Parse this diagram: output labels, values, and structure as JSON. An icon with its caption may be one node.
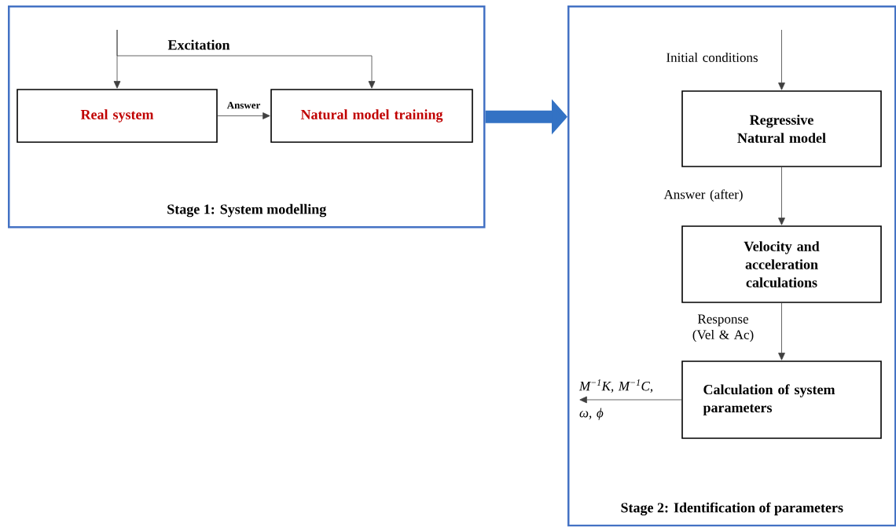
{
  "diagram": {
    "nodes": [
      {
        "text": [
          "Stage 1: System modelling"
        ]
      },
      {
        "text": [
          "Real system"
        ],
        "in": 0
      },
      {
        "text": [
          "Natural model training"
        ],
        "in": 0
      },
      {
        "text": [
          "Stage 2: Identification of parameters"
        ]
      },
      {
        "text": [
          "Regressive Natural model"
        ],
        "in": 3
      },
      {
        "text": [
          "Velocity and acceleration calculations"
        ],
        "in": 3
      },
      {
        "text": [
          "Calculation of system parameters"
        ],
        "in": 3
      },
      {
        "text": [
          "M$^{−1}$K, M$^{−1}$C, ω, ϕ"
        ],
        "in": 3
      }
    ],
    "edges": [
      {
        "from": null,
        "to": 1,
        "arrow": "to"
      },
      {
        "from": null,
        "to": 2,
        "arrow": "to",
        "label": "Excitation"
      },
      {
        "from": 1,
        "to": 2,
        "arrow": "to",
        "label": "Answer"
      },
      {
        "from": 0,
        "to": 3,
        "arrow": "to",
        "style": "thick",
        "color": "#4472c4"
      },
      {
        "from": null,
        "to": 4,
        "arrow": "to",
        "label": "Initial conditions"
      },
      {
        "from": 4,
        "to": 5,
        "arrow": "to",
        "label": "Answer (after)"
      },
      {
        "from": 5,
        "to": 6,
        "arrow": "to",
        "label": "Response (Vel & Ac)"
      },
      {
        "from": 6,
        "to": 7,
        "arrow": "to"
      }
    ]
  }
}
